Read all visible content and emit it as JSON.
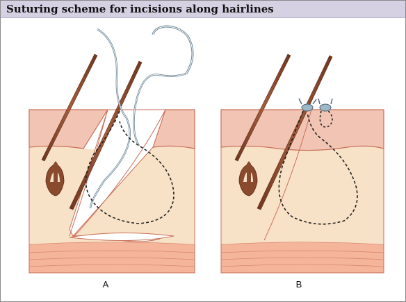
{
  "title": "Suturing scheme for incisions along hairlines",
  "panels": [
    {
      "label": "A"
    },
    {
      "label": "B"
    }
  ],
  "colors": {
    "title_bar": "#d6d0e3",
    "epidermis": "#f1c4b4",
    "dermis": "#f8e2c7",
    "subcutis": "#f4b59a",
    "skin_outline": "#c96f59",
    "hair": "#8a4a2e",
    "suture_needle": "#6f8a9a",
    "suture_dashed": "#222222"
  }
}
